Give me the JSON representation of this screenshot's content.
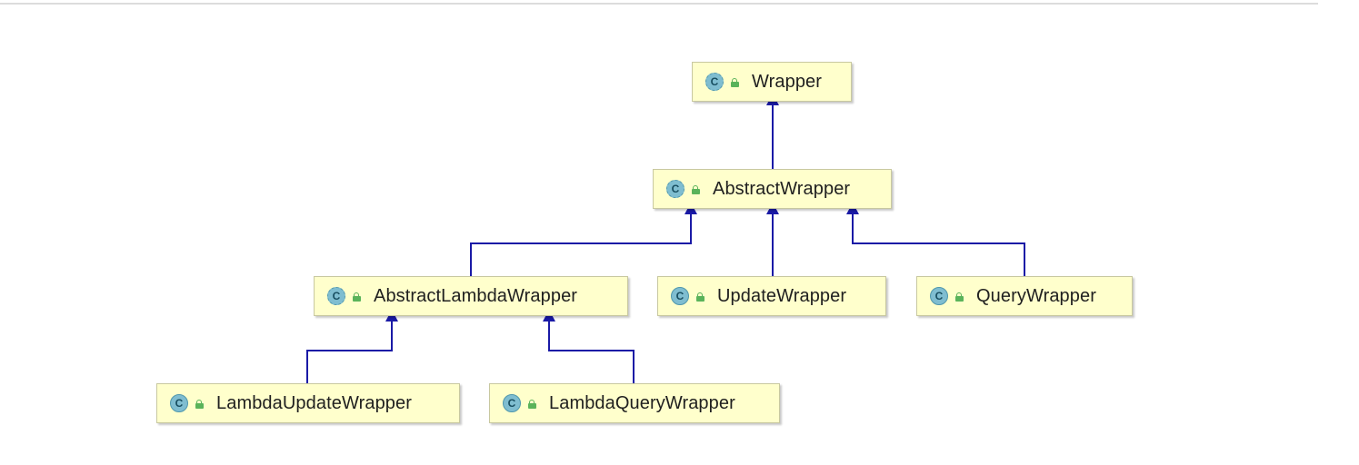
{
  "diagram": {
    "icon_letter": "C",
    "colors": {
      "node_fill": "#ffffcc",
      "edge": "#1a1aa6",
      "class_icon": "#7fbdd0",
      "access_icon": "#5ab35a"
    },
    "nodes": {
      "wrapper": {
        "label": "Wrapper"
      },
      "abstract_wrapper": {
        "label": "AbstractWrapper"
      },
      "abstract_lambda_wrapper": {
        "label": "AbstractLambdaWrapper"
      },
      "update_wrapper": {
        "label": "UpdateWrapper"
      },
      "query_wrapper": {
        "label": "QueryWrapper"
      },
      "lambda_update_wrapper": {
        "label": "LambdaUpdateWrapper"
      },
      "lambda_query_wrapper": {
        "label": "LambdaQueryWrapper"
      }
    },
    "edges": [
      {
        "from": "abstract_wrapper",
        "to": "wrapper"
      },
      {
        "from": "abstract_lambda_wrapper",
        "to": "abstract_wrapper"
      },
      {
        "from": "update_wrapper",
        "to": "abstract_wrapper"
      },
      {
        "from": "query_wrapper",
        "to": "abstract_wrapper"
      },
      {
        "from": "lambda_update_wrapper",
        "to": "abstract_lambda_wrapper"
      },
      {
        "from": "lambda_query_wrapper",
        "to": "abstract_lambda_wrapper"
      }
    ]
  }
}
